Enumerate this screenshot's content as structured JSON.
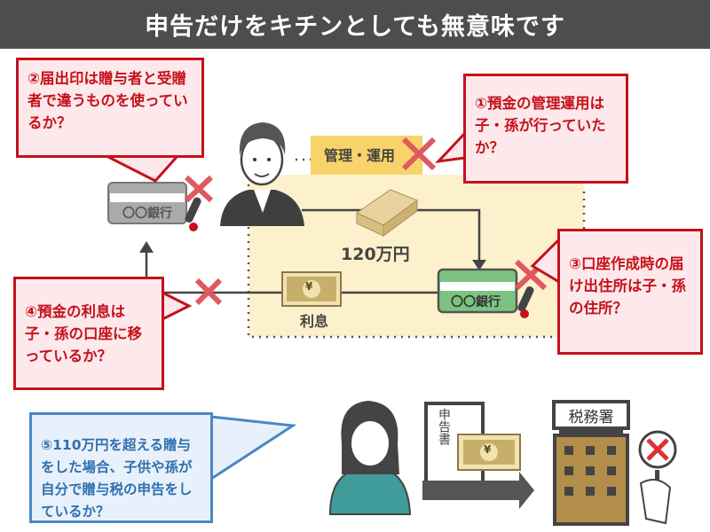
{
  "title": "申告だけをキチンとしても無意味です",
  "callouts": {
    "c1": "①預金の管理運用は子・孫が行っていたか？",
    "c2": "②届出印は贈与者と受贈者で違うものを使っているか？",
    "c3": "③口座作成時の届け出住所は子・孫の住所？",
    "c4": "④預金の利息は子・孫の口座に移っているか？",
    "c5": "⑤110万円を超える贈与をした場合、子供や孫が自分で贈与税の申告をしているか？"
  },
  "labels": {
    "management": "管理・運用",
    "amount": "120万円",
    "interest": "利息",
    "bank_gray": "〇〇銀行",
    "bank_green": "〇〇銀行",
    "seal": "印",
    "yen": "¥",
    "declaration": "申告書",
    "tax_office": "税務署"
  },
  "colors": {
    "red": "#c5111b",
    "blue": "#4a87c4",
    "yellow": "#f7d36a",
    "green": "#7cc37f"
  }
}
